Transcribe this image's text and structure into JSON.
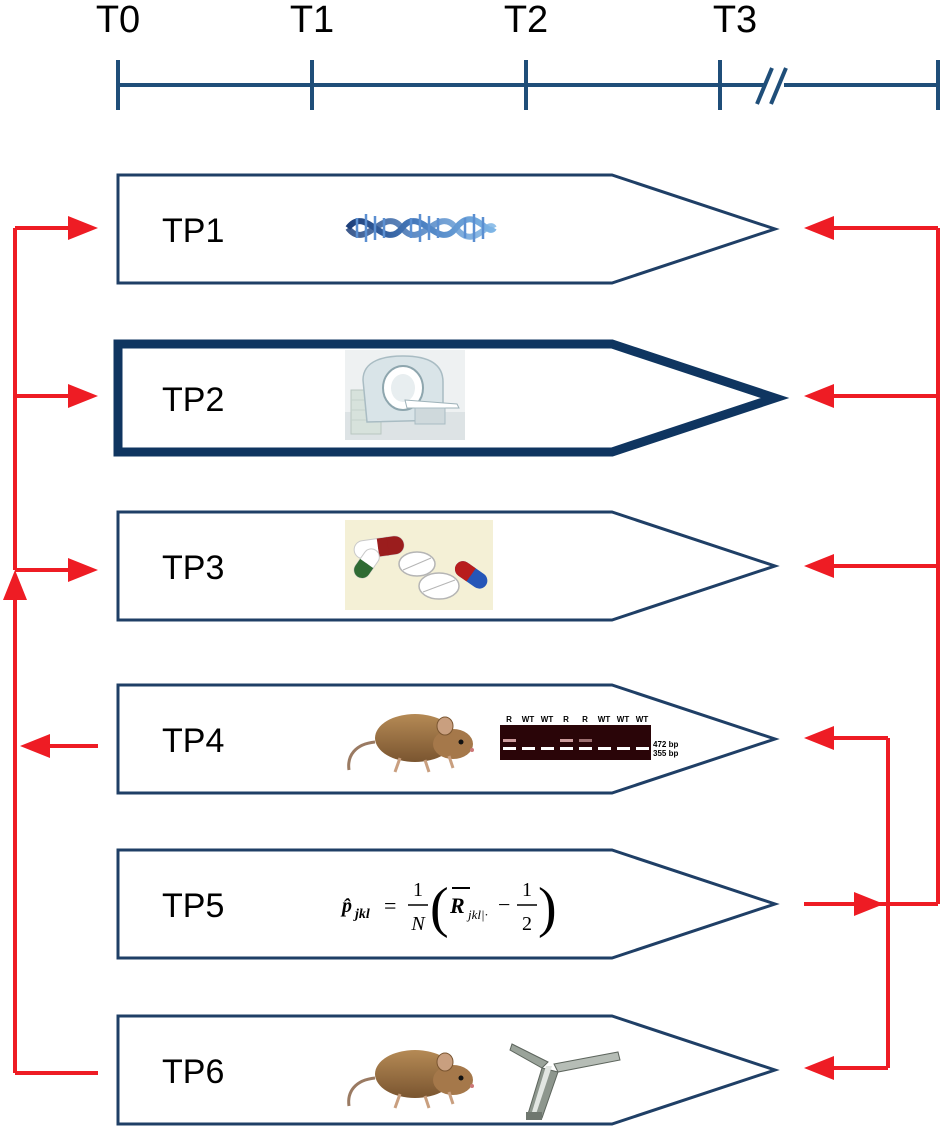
{
  "timeline": {
    "ticks": [
      "T0",
      "T1",
      "T2",
      "T3"
    ],
    "break_symbol": "//",
    "color": "#1f4e79"
  },
  "phases": [
    {
      "label": "TP1",
      "icon": "dna-icon",
      "highlighted": false
    },
    {
      "label": "TP2",
      "icon": "mri-scanner-icon",
      "highlighted": true
    },
    {
      "label": "TP3",
      "icon": "pills-icon",
      "highlighted": false
    },
    {
      "label": "TP4",
      "icon": "mouse-and-gel-icon",
      "highlighted": false
    },
    {
      "label": "TP5",
      "icon": "formula",
      "highlighted": false
    },
    {
      "label": "TP6",
      "icon": "mouse-and-y-maze-icon",
      "highlighted": false
    }
  ],
  "gel": {
    "lanes": [
      "R",
      "WT",
      "WT",
      "R",
      "R",
      "WT",
      "WT",
      "WT"
    ],
    "bands": [
      "472 bp",
      "355 bp"
    ]
  },
  "formula": {
    "lhs": "p̂",
    "lhs_sub": "jkl",
    "eq": "=",
    "frac1_num": "1",
    "frac1_den": "N",
    "r": "R",
    "r_sub": "jkl|·",
    "minus": "−",
    "frac2_num": "1",
    "frac2_den": "2"
  },
  "colors": {
    "box_stroke": "#1f3f66",
    "arrow": "#ee1c24"
  }
}
